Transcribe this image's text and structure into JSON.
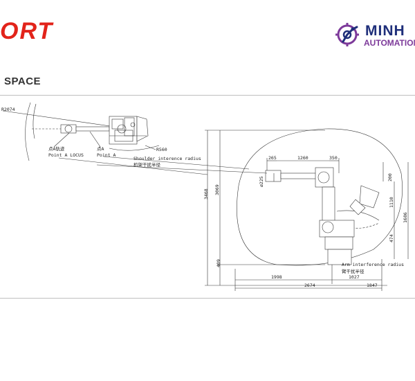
{
  "header": {
    "brand_fragment": "ORT",
    "logo_word": "MINH",
    "logo_sub": "AUTOMATION",
    "section_title": "SPACE",
    "brand_color": "#e2231a",
    "logo_blue": "#1f2f7a",
    "logo_purple": "#7d3a9a"
  },
  "drawing": {
    "top_left_dim": "R2074",
    "point_a_locus_cn": "点A轨迹",
    "point_a_locus_en": "Point A LOCUS",
    "point_a_cn": "点A",
    "point_a_en": "Point A",
    "r8560": "R560",
    "shoulder_en": "Shoulder interence radius",
    "shoulder_cn": "机架干扰半径",
    "dim_3468": "3468",
    "dim_3069": "3069",
    "dim_409": "409",
    "dim_265": "265",
    "dim_1260": "1260",
    "dim_350": "350",
    "dim_phi225": "ø225",
    "dim_200": "200",
    "dim_1110": "1110",
    "dim_474": "474",
    "dim_1686": "1686",
    "arm_en": "Arm interference radius",
    "arm_cn": "臂干扰半径",
    "dim_1998": "1998",
    "dim_1027": "1027",
    "dim_2674": "2674",
    "dim_1847": "1847"
  }
}
